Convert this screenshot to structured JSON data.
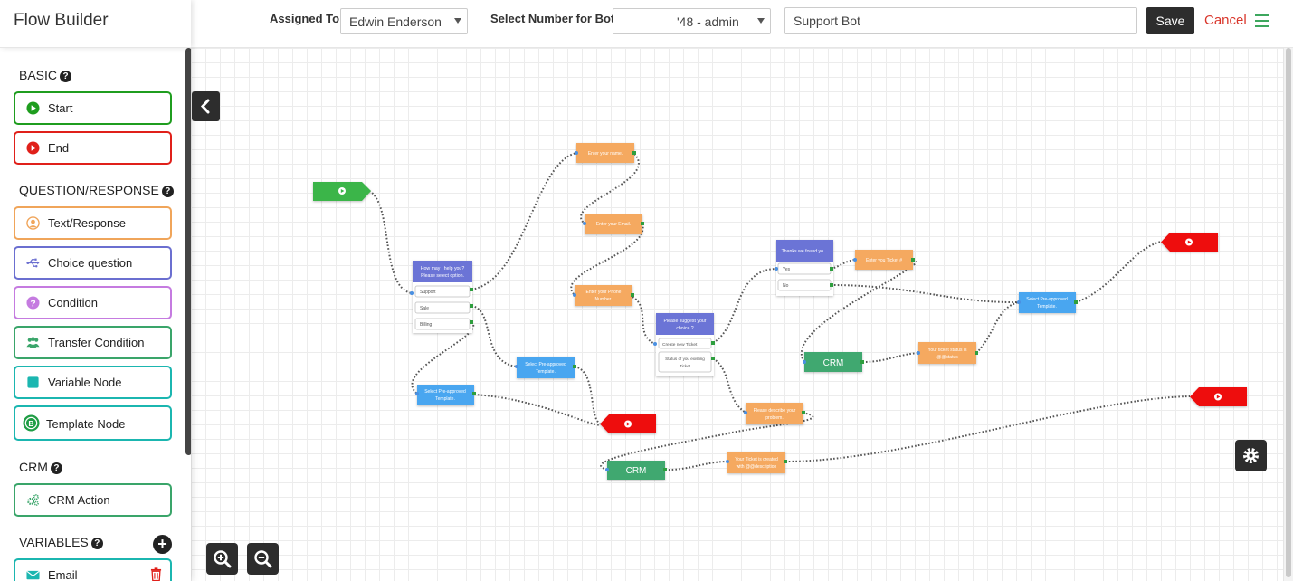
{
  "header": {
    "title": "Flow Builder",
    "assigned_label": "Assigned To",
    "assigned_value": "Edwin Enderson",
    "number_label": "Select Number for Bot",
    "number_value": "'48 - admin",
    "bot_name": "Support Bot",
    "save_label": "Save",
    "cancel_label": "Cancel"
  },
  "sidebar": {
    "sections": {
      "basic": "BASIC",
      "question": "QUESTION/RESPONSE",
      "crm": "CRM",
      "variables": "VARIABLES"
    },
    "items": [
      {
        "label": "Start",
        "color": "#1f9d1f"
      },
      {
        "label": "End",
        "color": "#e0201a"
      },
      {
        "label": "Text/Response",
        "color": "#f0a55a"
      },
      {
        "label": "Choice question",
        "color": "#6b6fd0"
      },
      {
        "label": "Condition",
        "color": "#c57be0"
      },
      {
        "label": "Transfer Condition",
        "color": "#3aa56a"
      },
      {
        "label": "Variable Node",
        "color": "#1bb6b0"
      },
      {
        "label": "Template Node",
        "color": "#1bb6b0"
      },
      {
        "label": "CRM Action",
        "color": "#3aa56a"
      },
      {
        "label": "Email",
        "color": "#1bb6b0"
      }
    ]
  },
  "flow": {
    "question_main": "How may I help you? Please select option.",
    "opt_support": "Support",
    "opt_sale": "Sale",
    "opt_billing": "Billing",
    "enter_name": "Enter your name.",
    "enter_email": "Enter your Email.",
    "enter_phone": "Enter your Phone Number.",
    "template_a": "Select Pre-approved Template.",
    "template_b": "Select Pre-approved Template.",
    "template_c": "Select Pre-approved Template.",
    "suggest_choice": "Please suggest your choice ?",
    "opt_create": "Create new Ticket",
    "opt_status": "Status of you existing Ticket",
    "found": "Thanks we found yo...",
    "opt_yes": "Yes",
    "opt_no": "No",
    "enter_ticket": "Enter you Ticket #",
    "crm_label": "CRM",
    "ticket_status": "Your ticket status is @@status",
    "describe": "Please describe your problem.",
    "ticket_created": "Your Ticket is created with @@description"
  }
}
